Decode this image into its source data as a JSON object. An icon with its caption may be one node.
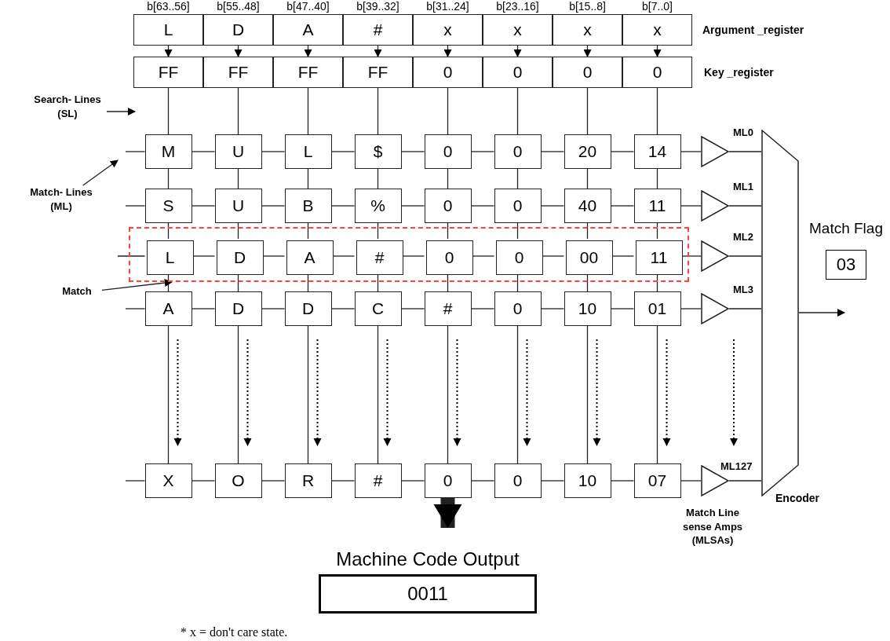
{
  "diagram": {
    "nodes": [
      {
        "text": [
          "L"
        ],
        "beside": [
          "b[63..56]"
        ]
      },
      {
        "text": [
          "D"
        ],
        "beside": [
          "b[55..48]"
        ]
      },
      {
        "text": [
          "A"
        ],
        "beside": [
          "b[47..40]"
        ]
      },
      {
        "text": [
          "#"
        ],
        "beside": [
          "b[39..32]"
        ]
      },
      {
        "text": [
          "x"
        ],
        "beside": [
          "b[31..24]"
        ]
      },
      {
        "text": [
          "x"
        ],
        "beside": [
          "b[23..16]"
        ]
      },
      {
        "text": [
          "x"
        ],
        "beside": [
          "b[15..8]"
        ]
      },
      {
        "text": [
          "x"
        ],
        "beside": [
          "b[7..0]"
        ]
      },
      {
        "text": [
          "FF"
        ]
      },
      {
        "text": [
          "FF"
        ]
      },
      {
        "text": [
          "FF"
        ]
      },
      {
        "text": [
          "FF"
        ]
      },
      {
        "text": [
          "0"
        ]
      },
      {
        "text": [
          "0"
        ]
      },
      {
        "text": [
          "0"
        ]
      },
      {
        "text": [
          "0"
        ]
      },
      {
        "text": [
          "Search- Lines (SL)"
        ]
      },
      {
        "text": [
          "Match- Lines (ML)"
        ]
      },
      {
        "text": [
          "Match"
        ]
      },
      {
        "text": [
          "M"
        ]
      },
      {
        "text": [
          "U"
        ]
      },
      {
        "text": [
          "L"
        ]
      },
      {
        "text": [
          "$"
        ]
      },
      {
        "text": [
          "0"
        ]
      },
      {
        "text": [
          "0"
        ]
      },
      {
        "text": [
          "20"
        ]
      },
      {
        "text": [
          "14"
        ]
      },
      {
        "text": [],
        "shape": "triangle",
        "beside": [
          "ML0"
        ]
      },
      {
        "text": [
          "S"
        ]
      },
      {
        "text": [
          "U"
        ]
      },
      {
        "text": [
          "B"
        ]
      },
      {
        "text": [
          "%"
        ]
      },
      {
        "text": [
          "0"
        ]
      },
      {
        "text": [
          "0"
        ]
      },
      {
        "text": [
          "40"
        ]
      },
      {
        "text": [
          "11"
        ]
      },
      {
        "text": [],
        "shape": "triangle",
        "beside": [
          "ML1"
        ]
      },
      {
        "text": [],
        "shape": "box"
      },
      {
        "text": [
          "L"
        ],
        "in": 37
      },
      {
        "text": [
          "D"
        ],
        "in": 37
      },
      {
        "text": [
          "A"
        ],
        "in": 37
      },
      {
        "text": [
          "#"
        ],
        "in": 37
      },
      {
        "text": [
          "0"
        ],
        "in": 37
      },
      {
        "text": [
          "0"
        ],
        "in": 37
      },
      {
        "text": [
          "00"
        ],
        "in": 37
      },
      {
        "text": [
          "11"
        ],
        "in": 37
      },
      {
        "text": [],
        "shape": "triangle",
        "beside": [
          "ML2"
        ]
      },
      {
        "text": [
          "A"
        ]
      },
      {
        "text": [
          "D"
        ]
      },
      {
        "text": [
          "D"
        ]
      },
      {
        "text": [
          "C"
        ]
      },
      {
        "text": [
          "#"
        ]
      },
      {
        "text": [
          "0"
        ]
      },
      {
        "text": [
          "10"
        ]
      },
      {
        "text": [
          "01"
        ]
      },
      {
        "text": [],
        "shape": "triangle",
        "beside": [
          "ML3"
        ]
      },
      {
        "text": [
          "X"
        ]
      },
      {
        "text": [
          "O"
        ]
      },
      {
        "text": [
          "R"
        ]
      },
      {
        "text": [
          "#"
        ]
      },
      {
        "text": [
          "0"
        ]
      },
      {
        "text": [
          "0"
        ]
      },
      {
        "text": [
          "10"
        ]
      },
      {
        "text": [
          "07"
        ]
      },
      {
        "text": [],
        "shape": "triangle",
        "beside": [
          "ML127"
        ]
      },
      {
        "text": [],
        "shape": "trapezoid",
        "beside": [
          "Encoder"
        ]
      },
      {
        "text": [
          "Match Flag",
          "03"
        ]
      },
      {
        "text": [
          "Machine Code Output",
          "0011"
        ]
      }
    ],
    "edges": [
      {
        "from": 0,
        "to": 8,
        "arrow": "to"
      },
      {
        "from": 1,
        "to": 9,
        "arrow": "to"
      },
      {
        "from": 2,
        "to": 10,
        "arrow": "to"
      },
      {
        "from": 3,
        "to": 11,
        "arrow": "to"
      },
      {
        "from": 4,
        "to": 12,
        "arrow": "to"
      },
      {
        "from": 5,
        "to": 13,
        "arrow": "to"
      },
      {
        "from": 6,
        "to": 14,
        "arrow": "to"
      },
      {
        "from": 7,
        "to": 15,
        "arrow": "to"
      },
      {
        "from": 8,
        "to": 19,
        "arrow": "none"
      },
      {
        "from": 9,
        "to": 20,
        "arrow": "none"
      },
      {
        "from": 10,
        "to": 21,
        "arrow": "none"
      },
      {
        "from": 11,
        "to": 22,
        "arrow": "none"
      },
      {
        "from": 12,
        "to": 23,
        "arrow": "none"
      },
      {
        "from": 13,
        "to": 24,
        "arrow": "none"
      },
      {
        "from": 14,
        "to": 25,
        "arrow": "none"
      },
      {
        "from": 15,
        "to": 26,
        "arrow": "none"
      },
      {
        "from": 19,
        "to": 28,
        "arrow": "none"
      },
      {
        "from": 20,
        "to": 29,
        "arrow": "none"
      },
      {
        "from": 21,
        "to": 30,
        "arrow": "none"
      },
      {
        "from": 22,
        "to": 31,
        "arrow": "none"
      },
      {
        "from": 23,
        "to": 32,
        "arrow": "none"
      },
      {
        "from": 24,
        "to": 33,
        "arrow": "none"
      },
      {
        "from": 25,
        "to": 34,
        "arrow": "none"
      },
      {
        "from": 26,
        "to": 35,
        "arrow": "none"
      },
      {
        "from": 28,
        "to": 38,
        "arrow": "none"
      },
      {
        "from": 29,
        "to": 39,
        "arrow": "none"
      },
      {
        "from": 30,
        "to": 40,
        "arrow": "none"
      },
      {
        "from": 31,
        "to": 41,
        "arrow": "none"
      },
      {
        "from": 32,
        "to": 42,
        "arrow": "none"
      },
      {
        "from": 33,
        "to": 43,
        "arrow": "none"
      },
      {
        "from": 34,
        "to": 44,
        "arrow": "none"
      },
      {
        "from": 35,
        "to": 45,
        "arrow": "none"
      },
      {
        "from": 38,
        "to": 47,
        "arrow": "none"
      },
      {
        "from": 39,
        "to": 48,
        "arrow": "none"
      },
      {
        "from": 40,
        "to": 49,
        "arrow": "none"
      },
      {
        "from": 41,
        "to": 50,
        "arrow": "none"
      },
      {
        "from": 42,
        "to": 51,
        "arrow": "none"
      },
      {
        "from": 43,
        "to": 52,
        "arrow": "none"
      },
      {
        "from": 44,
        "to": 53,
        "arrow": "none"
      },
      {
        "from": 45,
        "to": 54,
        "arrow": "none"
      },
      {
        "from": 47,
        "to": 56,
        "arrow": "none"
      },
      {
        "from": 48,
        "to": 57,
        "arrow": "none"
      },
      {
        "from": 49,
        "to": 58,
        "arrow": "none"
      },
      {
        "from": 50,
        "to": 59,
        "arrow": "none"
      },
      {
        "from": 51,
        "to": 60,
        "arrow": "none"
      },
      {
        "from": 52,
        "to": 61,
        "arrow": "none"
      },
      {
        "from": 53,
        "to": 62,
        "arrow": "none"
      },
      {
        "from": 54,
        "to": 63,
        "arrow": "none"
      },
      {
        "from": null,
        "to": 19,
        "arrow": "none"
      },
      {
        "from": 19,
        "to": 20,
        "arrow": "none"
      },
      {
        "from": 20,
        "to": 21,
        "arrow": "none"
      },
      {
        "from": 21,
        "to": 22,
        "arrow": "none"
      },
      {
        "from": 22,
        "to": 23,
        "arrow": "none"
      },
      {
        "from": 23,
        "to": 24,
        "arrow": "none"
      },
      {
        "from": 24,
        "to": 25,
        "arrow": "none"
      },
      {
        "from": 25,
        "to": 26,
        "arrow": "none"
      },
      {
        "from": 26,
        "to": 27,
        "arrow": "none"
      },
      {
        "from": 27,
        "to": 65,
        "arrow": "none"
      },
      {
        "from": null,
        "to": 28,
        "arrow": "none"
      },
      {
        "from": 28,
        "to": 29,
        "arrow": "none"
      },
      {
        "from": 29,
        "to": 30,
        "arrow": "none"
      },
      {
        "from": 30,
        "to": 31,
        "arrow": "none"
      },
      {
        "from": 31,
        "to": 32,
        "arrow": "none"
      },
      {
        "from": 32,
        "to": 33,
        "arrow": "none"
      },
      {
        "from": 33,
        "to": 34,
        "arrow": "none"
      },
      {
        "from": 34,
        "to": 35,
        "arrow": "none"
      },
      {
        "from": 35,
        "to": 36,
        "arrow": "none"
      },
      {
        "from": 36,
        "to": 65,
        "arrow": "none"
      },
      {
        "from": null,
        "to": 38,
        "arrow": "none"
      },
      {
        "from": 38,
        "to": 39,
        "arrow": "none"
      },
      {
        "from": 39,
        "to": 40,
        "arrow": "none"
      },
      {
        "from": 40,
        "to": 41,
        "arrow": "none"
      },
      {
        "from": 41,
        "to": 42,
        "arrow": "none"
      },
      {
        "from": 42,
        "to": 43,
        "arrow": "none"
      },
      {
        "from": 43,
        "to": 44,
        "arrow": "none"
      },
      {
        "from": 44,
        "to": 45,
        "arrow": "none"
      },
      {
        "from": 45,
        "to": 46,
        "arrow": "none"
      },
      {
        "from": 46,
        "to": 65,
        "arrow": "none"
      },
      {
        "from": null,
        "to": 47,
        "arrow": "none"
      },
      {
        "from": 47,
        "to": 48,
        "arrow": "none"
      },
      {
        "from": 48,
        "to": 49,
        "arrow": "none"
      },
      {
        "from": 49,
        "to": 50,
        "arrow": "none"
      },
      {
        "from": 50,
        "to": 51,
        "arrow": "none"
      },
      {
        "from": 51,
        "to": 52,
        "arrow": "none"
      },
      {
        "from": 52,
        "to": 53,
        "arrow": "none"
      },
      {
        "from": 53,
        "to": 54,
        "arrow": "none"
      },
      {
        "from": 54,
        "to": 55,
        "arrow": "none"
      },
      {
        "from": 55,
        "to": 65,
        "arrow": "none"
      },
      {
        "from": null,
        "to": 56,
        "arrow": "none"
      },
      {
        "from": 56,
        "to": 57,
        "arrow": "none"
      },
      {
        "from": 57,
        "to": 58,
        "arrow": "none"
      },
      {
        "from": 58,
        "to": 59,
        "arrow": "none"
      },
      {
        "from": 59,
        "to": 60,
        "arrow": "none"
      },
      {
        "from": 60,
        "to": 61,
        "arrow": "none"
      },
      {
        "from": 61,
        "to": 62,
        "arrow": "none"
      },
      {
        "from": 62,
        "to": 63,
        "arrow": "none"
      },
      {
        "from": 63,
        "to": 64,
        "arrow": "none"
      },
      {
        "from": 64,
        "to": 65,
        "arrow": "none"
      },
      {
        "from": 65,
        "to": null,
        "arrow": "to"
      },
      {
        "from": 60,
        "to": 67,
        "arrow": "to",
        "style": "thick"
      },
      {
        "from": 16,
        "to": null,
        "arrow": "to"
      },
      {
        "from": 17,
        "to": null,
        "arrow": "to"
      },
      {
        "from": 18,
        "to": 37,
        "arrow": "to"
      }
    ],
    "labels": [
      "Argument _register",
      "Key _register",
      "Match Line sense Amps (MLSAs)",
      "* x = don't care state."
    ]
  }
}
